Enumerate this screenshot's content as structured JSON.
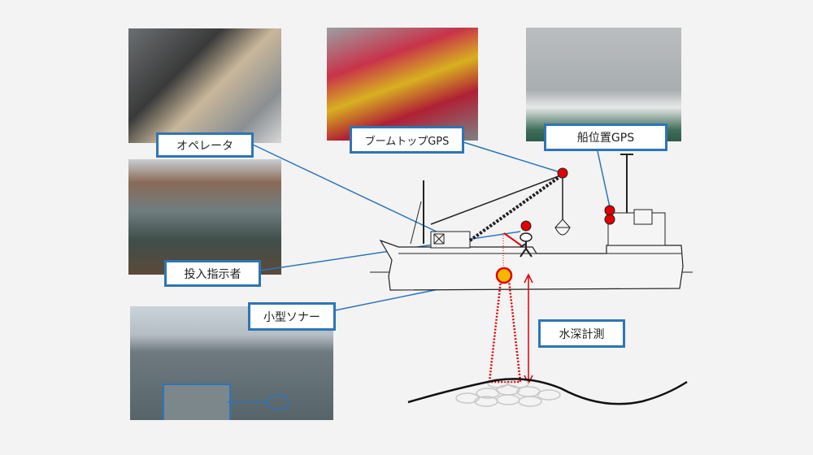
{
  "labels": {
    "operator": "オペレータ",
    "boom_top_gps": "ブームトップGPS",
    "ship_position_gps": "船位置GPS",
    "throw_instructor": "投入指示者",
    "small_sonar": "小型ソナー",
    "depth_measurement": "水深計測"
  },
  "colors": {
    "accent": "#2e75b6",
    "marker": "#e00000",
    "sonar": "#f5b800"
  }
}
